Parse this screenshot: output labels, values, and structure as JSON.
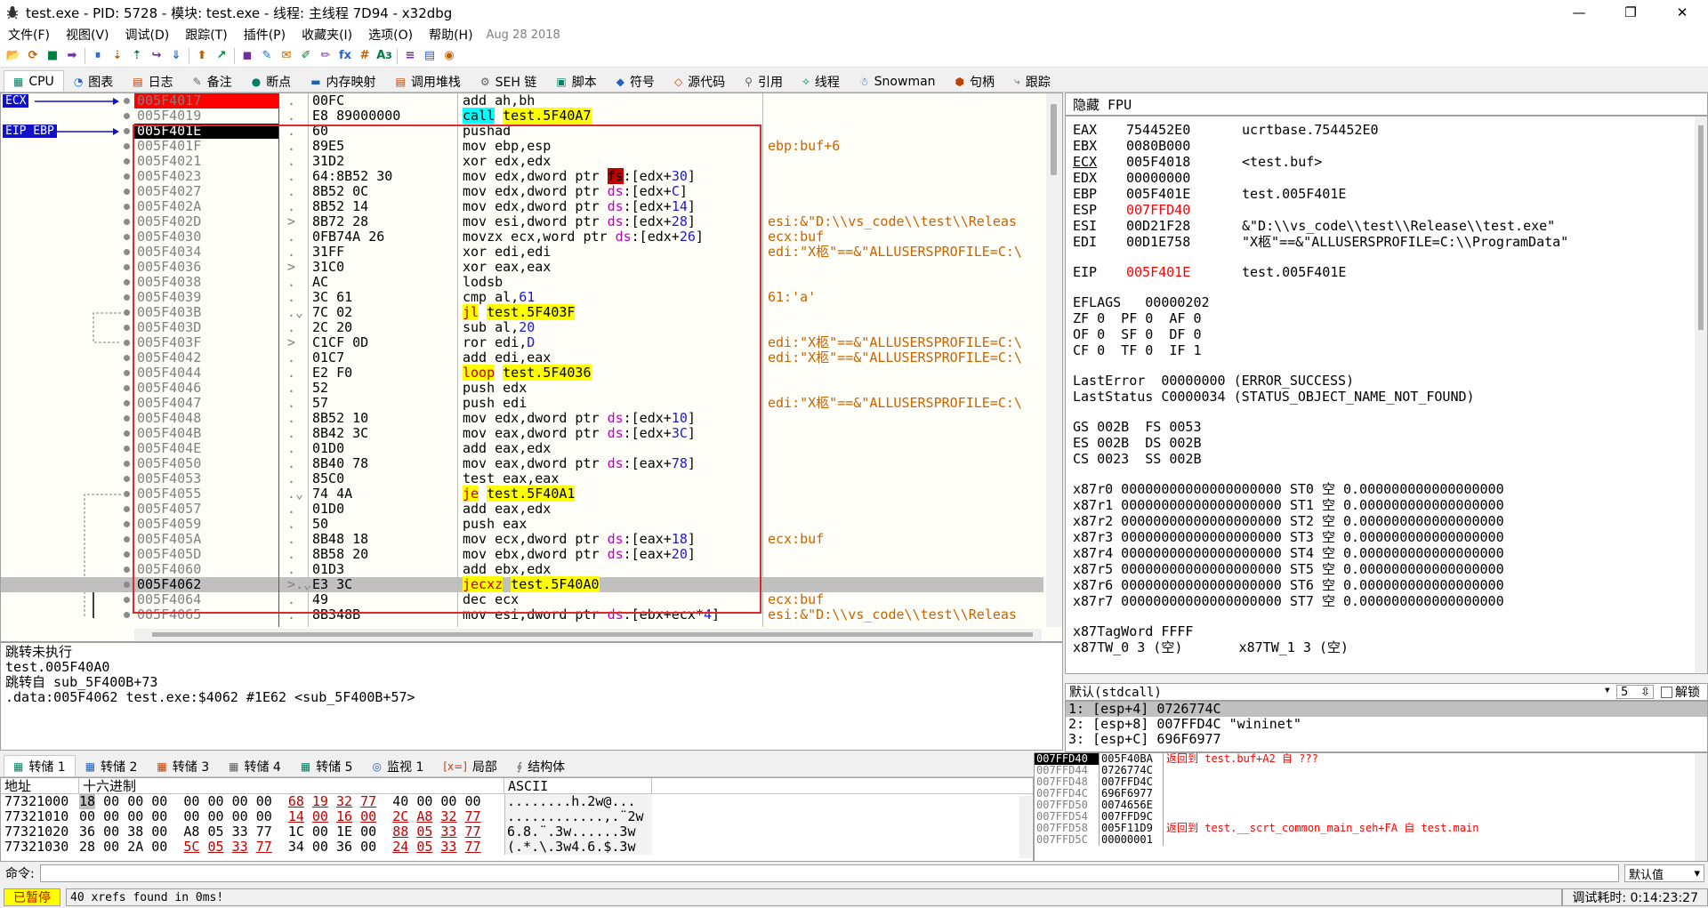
{
  "window": {
    "title": "test.exe - PID: 5728 - 模块: test.exe - 线程: 主线程 7D94 - x32dbg",
    "minimize": "—",
    "maximize": "❐",
    "close": "✕"
  },
  "menu": [
    "文件(F)",
    "视图(V)",
    "调试(D)",
    "跟踪(T)",
    "插件(P)",
    "收藏夹(I)",
    "选项(O)",
    "帮助(H)"
  ],
  "build_date": "Aug 28 2018",
  "toolbar": [
    "📂",
    "⟳",
    "■",
    "➡",
    "⏸",
    "⇣",
    "⇡",
    "↪",
    "⇓",
    "⬆",
    "↗",
    "◼",
    "✎",
    "✉",
    "✐",
    "✏",
    "fx",
    "#",
    "Aз",
    "≡",
    "▤",
    "◉"
  ],
  "tabs_top": [
    {
      "label": "CPU",
      "icon": "▦"
    },
    {
      "label": "图表",
      "icon": "◔"
    },
    {
      "label": "日志",
      "icon": "▤"
    },
    {
      "label": "备注",
      "icon": "✎"
    },
    {
      "label": "断点",
      "icon": "●"
    },
    {
      "label": "内存映射",
      "icon": "▬"
    },
    {
      "label": "调用堆栈",
      "icon": "▤"
    },
    {
      "label": "SEH 链",
      "icon": "⚙"
    },
    {
      "label": "脚本",
      "icon": "▣"
    },
    {
      "label": "符号",
      "icon": "◆"
    },
    {
      "label": "源代码",
      "icon": "◇"
    },
    {
      "label": "引用",
      "icon": "⚲"
    },
    {
      "label": "线程",
      "icon": "⟡"
    },
    {
      "label": "Snowman",
      "icon": "☃"
    },
    {
      "label": "句柄",
      "icon": "⬢"
    },
    {
      "label": "跟踪",
      "icon": "⤷"
    }
  ],
  "gutter": {
    "ecx": "ECX",
    "eip": "EIP EBP"
  },
  "disasm": [
    {
      "addr": "005F4017",
      "st": "bp",
      "jmp": ".",
      "bytes": "00FC",
      "ins": [
        {
          "t": "add ah,bh"
        }
      ],
      "cmt": ""
    },
    {
      "addr": "005F4019",
      "st": "",
      "jmp": ".",
      "bytes": "E8 89000000",
      "ins": [
        {
          "t": "call",
          "c": "m-call"
        },
        {
          "t": " "
        },
        {
          "t": "test.5F40A7",
          "c": "m-tgt"
        }
      ],
      "cmt": ""
    },
    {
      "addr": "005F401E",
      "st": "cur",
      "jmp": ".",
      "bytes": "60",
      "ins": [
        {
          "t": "pushad"
        }
      ],
      "cmt": ""
    },
    {
      "addr": "005F401F",
      "st": "",
      "jmp": ".",
      "bytes": "89E5",
      "ins": [
        {
          "t": "mov ebp,esp"
        }
      ],
      "cmt": "ebp:buf+6"
    },
    {
      "addr": "005F4021",
      "st": "",
      "jmp": ".",
      "bytes": "31D2",
      "ins": [
        {
          "t": "xor edx,edx"
        }
      ],
      "cmt": ""
    },
    {
      "addr": "005F4023",
      "st": "",
      "jmp": ".",
      "bytes": "64:8B52 30",
      "ins": [
        {
          "t": "mov edx,dword ptr "
        },
        {
          "t": "fs",
          "c": "m-fs"
        },
        {
          "t": ":[edx+"
        },
        {
          "t": "30",
          "c": "m-num"
        },
        {
          "t": "]"
        }
      ],
      "cmt": ""
    },
    {
      "addr": "005F4027",
      "st": "",
      "jmp": ".",
      "bytes": "8B52 0C",
      "ins": [
        {
          "t": "mov edx,dword ptr "
        },
        {
          "t": "ds",
          "c": "m-seg"
        },
        {
          "t": ":[edx+"
        },
        {
          "t": "C",
          "c": "m-num"
        },
        {
          "t": "]"
        }
      ],
      "cmt": ""
    },
    {
      "addr": "005F402A",
      "st": "",
      "jmp": ".",
      "bytes": "8B52 14",
      "ins": [
        {
          "t": "mov edx,dword ptr "
        },
        {
          "t": "ds",
          "c": "m-seg"
        },
        {
          "t": ":[edx+"
        },
        {
          "t": "14",
          "c": "m-num"
        },
        {
          "t": "]"
        }
      ],
      "cmt": ""
    },
    {
      "addr": "005F402D",
      "st": "",
      "jmp": ">",
      "bytes": "8B72 28",
      "ins": [
        {
          "t": "mov esi,dword ptr "
        },
        {
          "t": "ds",
          "c": "m-seg"
        },
        {
          "t": ":[edx+"
        },
        {
          "t": "28",
          "c": "m-num"
        },
        {
          "t": "]"
        }
      ],
      "cmt": "esi:&\"D:\\\\vs_code\\\\test\\\\Releas"
    },
    {
      "addr": "005F4030",
      "st": "",
      "jmp": ".",
      "bytes": "0FB74A 26",
      "ins": [
        {
          "t": "movzx ecx,word ptr "
        },
        {
          "t": "ds",
          "c": "m-seg"
        },
        {
          "t": ":[edx+"
        },
        {
          "t": "26",
          "c": "m-num"
        },
        {
          "t": "]"
        }
      ],
      "cmt": "ecx:buf"
    },
    {
      "addr": "005F4034",
      "st": "",
      "jmp": ".",
      "bytes": "31FF",
      "ins": [
        {
          "t": "xor edi,edi"
        }
      ],
      "cmt": "edi:\"X柩\"==&\"ALLUSERSPROFILE=C:\\"
    },
    {
      "addr": "005F4036",
      "st": "",
      "jmp": ">",
      "bytes": "31C0",
      "ins": [
        {
          "t": "xor eax,eax"
        }
      ],
      "cmt": ""
    },
    {
      "addr": "005F4038",
      "st": "",
      "jmp": ".",
      "bytes": "AC",
      "ins": [
        {
          "t": "lodsb"
        }
      ],
      "cmt": ""
    },
    {
      "addr": "005F4039",
      "st": "",
      "jmp": ".",
      "bytes": "3C 61",
      "ins": [
        {
          "t": "cmp al,"
        },
        {
          "t": "61",
          "c": "m-num"
        }
      ],
      "cmt": "61:'a'"
    },
    {
      "addr": "005F403B",
      "st": "",
      "jmp": ".⌄",
      "bytes": "7C 02",
      "ins": [
        {
          "t": "jl",
          "c": "m-jmp"
        },
        {
          "t": " "
        },
        {
          "t": "test.5F403F",
          "c": "m-tgt"
        }
      ],
      "cmt": ""
    },
    {
      "addr": "005F403D",
      "st": "",
      "jmp": ".",
      "bytes": "2C 20",
      "ins": [
        {
          "t": "sub al,"
        },
        {
          "t": "20",
          "c": "m-num"
        }
      ],
      "cmt": ""
    },
    {
      "addr": "005F403F",
      "st": "",
      "jmp": ">",
      "bytes": "C1CF 0D",
      "ins": [
        {
          "t": "ror edi,"
        },
        {
          "t": "D",
          "c": "m-num"
        }
      ],
      "cmt": "edi:\"X柩\"==&\"ALLUSERSPROFILE=C:\\"
    },
    {
      "addr": "005F4042",
      "st": "",
      "jmp": ".",
      "bytes": "01C7",
      "ins": [
        {
          "t": "add edi,eax"
        }
      ],
      "cmt": "edi:\"X柩\"==&\"ALLUSERSPROFILE=C:\\"
    },
    {
      "addr": "005F4044",
      "st": "",
      "jmp": ".",
      "bytes": "E2 F0",
      "ins": [
        {
          "t": "loop",
          "c": "m-jmp"
        },
        {
          "t": " "
        },
        {
          "t": "test.5F4036",
          "c": "m-tgt"
        }
      ],
      "cmt": ""
    },
    {
      "addr": "005F4046",
      "st": "",
      "jmp": ".",
      "bytes": "52",
      "ins": [
        {
          "t": "push edx"
        }
      ],
      "cmt": ""
    },
    {
      "addr": "005F4047",
      "st": "",
      "jmp": ".",
      "bytes": "57",
      "ins": [
        {
          "t": "push edi"
        }
      ],
      "cmt": "edi:\"X柩\"==&\"ALLUSERSPROFILE=C:\\"
    },
    {
      "addr": "005F4048",
      "st": "",
      "jmp": ".",
      "bytes": "8B52 10",
      "ins": [
        {
          "t": "mov edx,dword ptr "
        },
        {
          "t": "ds",
          "c": "m-seg"
        },
        {
          "t": ":[edx+"
        },
        {
          "t": "10",
          "c": "m-num"
        },
        {
          "t": "]"
        }
      ],
      "cmt": ""
    },
    {
      "addr": "005F404B",
      "st": "",
      "jmp": ".",
      "bytes": "8B42 3C",
      "ins": [
        {
          "t": "mov eax,dword ptr "
        },
        {
          "t": "ds",
          "c": "m-seg"
        },
        {
          "t": ":[edx+"
        },
        {
          "t": "3C",
          "c": "m-num"
        },
        {
          "t": "]"
        }
      ],
      "cmt": ""
    },
    {
      "addr": "005F404E",
      "st": "",
      "jmp": ".",
      "bytes": "01D0",
      "ins": [
        {
          "t": "add eax,edx"
        }
      ],
      "cmt": ""
    },
    {
      "addr": "005F4050",
      "st": "",
      "jmp": ".",
      "bytes": "8B40 78",
      "ins": [
        {
          "t": "mov eax,dword ptr "
        },
        {
          "t": "ds",
          "c": "m-seg"
        },
        {
          "t": ":[eax+"
        },
        {
          "t": "78",
          "c": "m-num"
        },
        {
          "t": "]"
        }
      ],
      "cmt": ""
    },
    {
      "addr": "005F4053",
      "st": "",
      "jmp": ".",
      "bytes": "85C0",
      "ins": [
        {
          "t": "test eax,eax"
        }
      ],
      "cmt": ""
    },
    {
      "addr": "005F4055",
      "st": "",
      "jmp": ".⌄",
      "bytes": "74 4A",
      "ins": [
        {
          "t": "je",
          "c": "m-jmp"
        },
        {
          "t": " "
        },
        {
          "t": "test.5F40A1",
          "c": "m-tgt"
        }
      ],
      "cmt": ""
    },
    {
      "addr": "005F4057",
      "st": "",
      "jmp": ".",
      "bytes": "01D0",
      "ins": [
        {
          "t": "add eax,edx"
        }
      ],
      "cmt": ""
    },
    {
      "addr": "005F4059",
      "st": "",
      "jmp": ".",
      "bytes": "50",
      "ins": [
        {
          "t": "push eax"
        }
      ],
      "cmt": ""
    },
    {
      "addr": "005F405A",
      "st": "",
      "jmp": ".",
      "bytes": "8B48 18",
      "ins": [
        {
          "t": "mov ecx,dword ptr "
        },
        {
          "t": "ds",
          "c": "m-seg"
        },
        {
          "t": ":[eax+"
        },
        {
          "t": "18",
          "c": "m-num"
        },
        {
          "t": "]"
        }
      ],
      "cmt": "ecx:buf"
    },
    {
      "addr": "005F405D",
      "st": "",
      "jmp": ".",
      "bytes": "8B58 20",
      "ins": [
        {
          "t": "mov ebx,dword ptr "
        },
        {
          "t": "ds",
          "c": "m-seg"
        },
        {
          "t": ":[eax+"
        },
        {
          "t": "20",
          "c": "m-num"
        },
        {
          "t": "]"
        }
      ],
      "cmt": ""
    },
    {
      "addr": "005F4060",
      "st": "",
      "jmp": ".",
      "bytes": "01D3",
      "ins": [
        {
          "t": "add ebx,edx"
        }
      ],
      "cmt": ""
    },
    {
      "addr": "005F4062",
      "st": "sel",
      "jmp": ">.⌄",
      "bytes": "E3 3C",
      "ins": [
        {
          "t": "jecxz",
          "c": "m-jmp"
        },
        {
          "t": " "
        },
        {
          "t": "test.5F40A0",
          "c": "m-tgt"
        }
      ],
      "cmt": ""
    },
    {
      "addr": "005F4064",
      "st": "",
      "jmp": ".",
      "bytes": "49",
      "ins": [
        {
          "t": "dec ecx"
        }
      ],
      "cmt": "ecx:buf"
    },
    {
      "addr": "005F4065",
      "st": "",
      "jmp": ".",
      "bytes": "8B348B",
      "ins": [
        {
          "t": "mov esi,dword ptr "
        },
        {
          "t": "ds",
          "c": "m-seg"
        },
        {
          "t": ":[ebx+ecx*"
        },
        {
          "t": "4",
          "c": "m-num"
        },
        {
          "t": "]"
        }
      ],
      "cmt": "esi:&\"D:\\\\vs_code\\\\test\\\\Releas"
    }
  ],
  "info_lines": [
    "跳转未执行",
    "test.005F40A0",
    "跳转自 sub_5F400B+73",
    ".data:005F4062 test.exe:$4062 #1E62 <sub_5F400B+57>"
  ],
  "reg_header": {
    "hide": "隐藏 FPU"
  },
  "regs": [
    {
      "n": "EAX",
      "v": "754452E0",
      "c": "ucrtbase.754452E0"
    },
    {
      "n": "EBX",
      "v": "0080B000",
      "c": ""
    },
    {
      "n": "ECX",
      "v": "005F4018",
      "c": "<test.buf>",
      "u": true
    },
    {
      "n": "EDX",
      "v": "00000000",
      "c": ""
    },
    {
      "n": "EBP",
      "v": "005F401E",
      "c": "test.005F401E"
    },
    {
      "n": "ESP",
      "v": "007FFD40",
      "c": "",
      "chg": true
    },
    {
      "n": "ESI",
      "v": "00D21F28",
      "c": "&\"D:\\\\vs_code\\\\test\\\\Release\\\\test.exe\""
    },
    {
      "n": "EDI",
      "v": "00D1E758",
      "c": "\"X柩\"==&\"ALLUSERSPROFILE=C:\\\\ProgramData\""
    }
  ],
  "eip": {
    "n": "EIP",
    "v": "005F401E",
    "c": "test.005F401E"
  },
  "flags_lines": [
    "EFLAGS   00000202",
    "ZF 0  PF 0  AF 0",
    "OF 0  SF 0  DF 0",
    "CF 0  TF 0  IF 1"
  ],
  "err_lines": [
    "LastError  00000000 (ERROR_SUCCESS)",
    "LastStatus C0000034 (STATUS_OBJECT_NAME_NOT_FOUND)"
  ],
  "seg_lines": [
    "GS 002B  FS 0053",
    "ES 002B  DS 002B",
    "CS 0023  SS 002B"
  ],
  "x87_lines": [
    "x87r0 00000000000000000000 ST0 空 0.000000000000000000",
    "x87r1 00000000000000000000 ST1 空 0.000000000000000000",
    "x87r2 00000000000000000000 ST2 空 0.000000000000000000",
    "x87r3 00000000000000000000 ST3 空 0.000000000000000000",
    "x87r4 00000000000000000000 ST4 空 0.000000000000000000",
    "x87r5 00000000000000000000 ST5 空 0.000000000000000000",
    "x87r6 00000000000000000000 ST6 空 0.000000000000000000",
    "x87r7 00000000000000000000 ST7 空 0.000000000000000000"
  ],
  "tag_lines": [
    "x87TagWord FFFF",
    "x87TW_0 3 (空)       x87TW_1 3 (空)"
  ],
  "call_conv": {
    "label": "默认(stdcall)",
    "count": "5",
    "unlock": "解锁"
  },
  "args": [
    "1: [esp+4] 0726774C",
    "2: [esp+8] 007FFD4C \"wininet\"",
    "3: [esp+C] 696F6977"
  ],
  "tabs_bottom": [
    {
      "label": "转储 1",
      "icon": "▦"
    },
    {
      "label": "转储 2",
      "icon": "▦"
    },
    {
      "label": "转储 3",
      "icon": "▦"
    },
    {
      "label": "转储 4",
      "icon": "▦"
    },
    {
      "label": "转储 5",
      "icon": "▦"
    },
    {
      "label": "监视 1",
      "icon": "◎"
    },
    {
      "label": "局部",
      "icon": "[x=]"
    },
    {
      "label": "结构体",
      "icon": "∮"
    }
  ],
  "dump_head": {
    "addr": "地址",
    "hex": "十六进制",
    "ascii": "ASCII"
  },
  "dump_rows": [
    {
      "addr": "77321000",
      "hex": [
        [
          "18",
          "sel"
        ],
        [
          "00",
          ""
        ],
        [
          "00",
          ""
        ],
        [
          "00",
          ""
        ],
        [
          "00",
          ""
        ],
        [
          "00",
          ""
        ],
        [
          "00",
          ""
        ],
        [
          "00",
          ""
        ],
        [
          "68",
          "r"
        ],
        [
          "19",
          "r"
        ],
        [
          "32",
          "r"
        ],
        [
          "77",
          "r"
        ],
        [
          "40",
          ""
        ],
        [
          "00",
          ""
        ],
        [
          "00",
          ""
        ],
        [
          "00",
          ""
        ]
      ],
      "ascii": "........h.2w@..."
    },
    {
      "addr": "77321010",
      "hex": [
        [
          "00",
          ""
        ],
        [
          "00",
          ""
        ],
        [
          "00",
          ""
        ],
        [
          "00",
          ""
        ],
        [
          "00",
          ""
        ],
        [
          "00",
          ""
        ],
        [
          "00",
          ""
        ],
        [
          "00",
          ""
        ],
        [
          "14",
          "r"
        ],
        [
          "00",
          "r"
        ],
        [
          "16",
          "r"
        ],
        [
          "00",
          "r"
        ],
        [
          "2C",
          "r"
        ],
        [
          "A8",
          "r"
        ],
        [
          "32",
          "r"
        ],
        [
          "77",
          "r"
        ]
      ],
      "ascii": "............,.¨2w"
    },
    {
      "addr": "77321020",
      "hex": [
        [
          "36",
          ""
        ],
        [
          "00",
          ""
        ],
        [
          "38",
          ""
        ],
        [
          "00",
          ""
        ],
        [
          "A8",
          ""
        ],
        [
          "05",
          ""
        ],
        [
          "33",
          ""
        ],
        [
          "77",
          ""
        ],
        [
          "1C",
          ""
        ],
        [
          "00",
          ""
        ],
        [
          "1E",
          ""
        ],
        [
          "00",
          ""
        ],
        [
          "88",
          "r"
        ],
        [
          "05",
          "r"
        ],
        [
          "33",
          "r"
        ],
        [
          "77",
          "r"
        ]
      ],
      "ascii": "6.8.¨.3w......3w"
    },
    {
      "addr": "77321030",
      "hex": [
        [
          "28",
          ""
        ],
        [
          "00",
          ""
        ],
        [
          "2A",
          ""
        ],
        [
          "00",
          ""
        ],
        [
          "5C",
          "r"
        ],
        [
          "05",
          "r"
        ],
        [
          "33",
          "r"
        ],
        [
          "77",
          "r"
        ],
        [
          "34",
          ""
        ],
        [
          "00",
          ""
        ],
        [
          "36",
          ""
        ],
        [
          "00",
          ""
        ],
        [
          "24",
          "r"
        ],
        [
          "05",
          "r"
        ],
        [
          "33",
          "r"
        ],
        [
          "77",
          "r"
        ]
      ],
      "ascii": "(.*.\\.3w4.6.$.3w"
    }
  ],
  "stack_rows": [
    {
      "a": "007FFD40",
      "v": "005F40BA",
      "c": "返回到 test.buf+A2 自 ???",
      "cur": true
    },
    {
      "a": "007FFD44",
      "v": "0726774C",
      "c": ""
    },
    {
      "a": "007FFD48",
      "v": "007FFD4C",
      "c": ""
    },
    {
      "a": "007FFD4C",
      "v": "696F6977",
      "c": ""
    },
    {
      "a": "007FFD50",
      "v": "0074656E",
      "c": ""
    },
    {
      "a": "007FFD54",
      "v": "007FFD9C",
      "c": ""
    },
    {
      "a": "007FFD58",
      "v": "005F11D9",
      "c": "返回到 test.__scrt_common_main_seh+FA 自 test.main"
    },
    {
      "a": "007FFD5C",
      "v": "00000001",
      "c": ""
    }
  ],
  "cmd": {
    "label": "命令:",
    "default": "默认值"
  },
  "status": {
    "state": "已暂停",
    "msg": "40 xrefs found in 0ms!",
    "timer": "调试耗时:   0:14:23:27"
  }
}
